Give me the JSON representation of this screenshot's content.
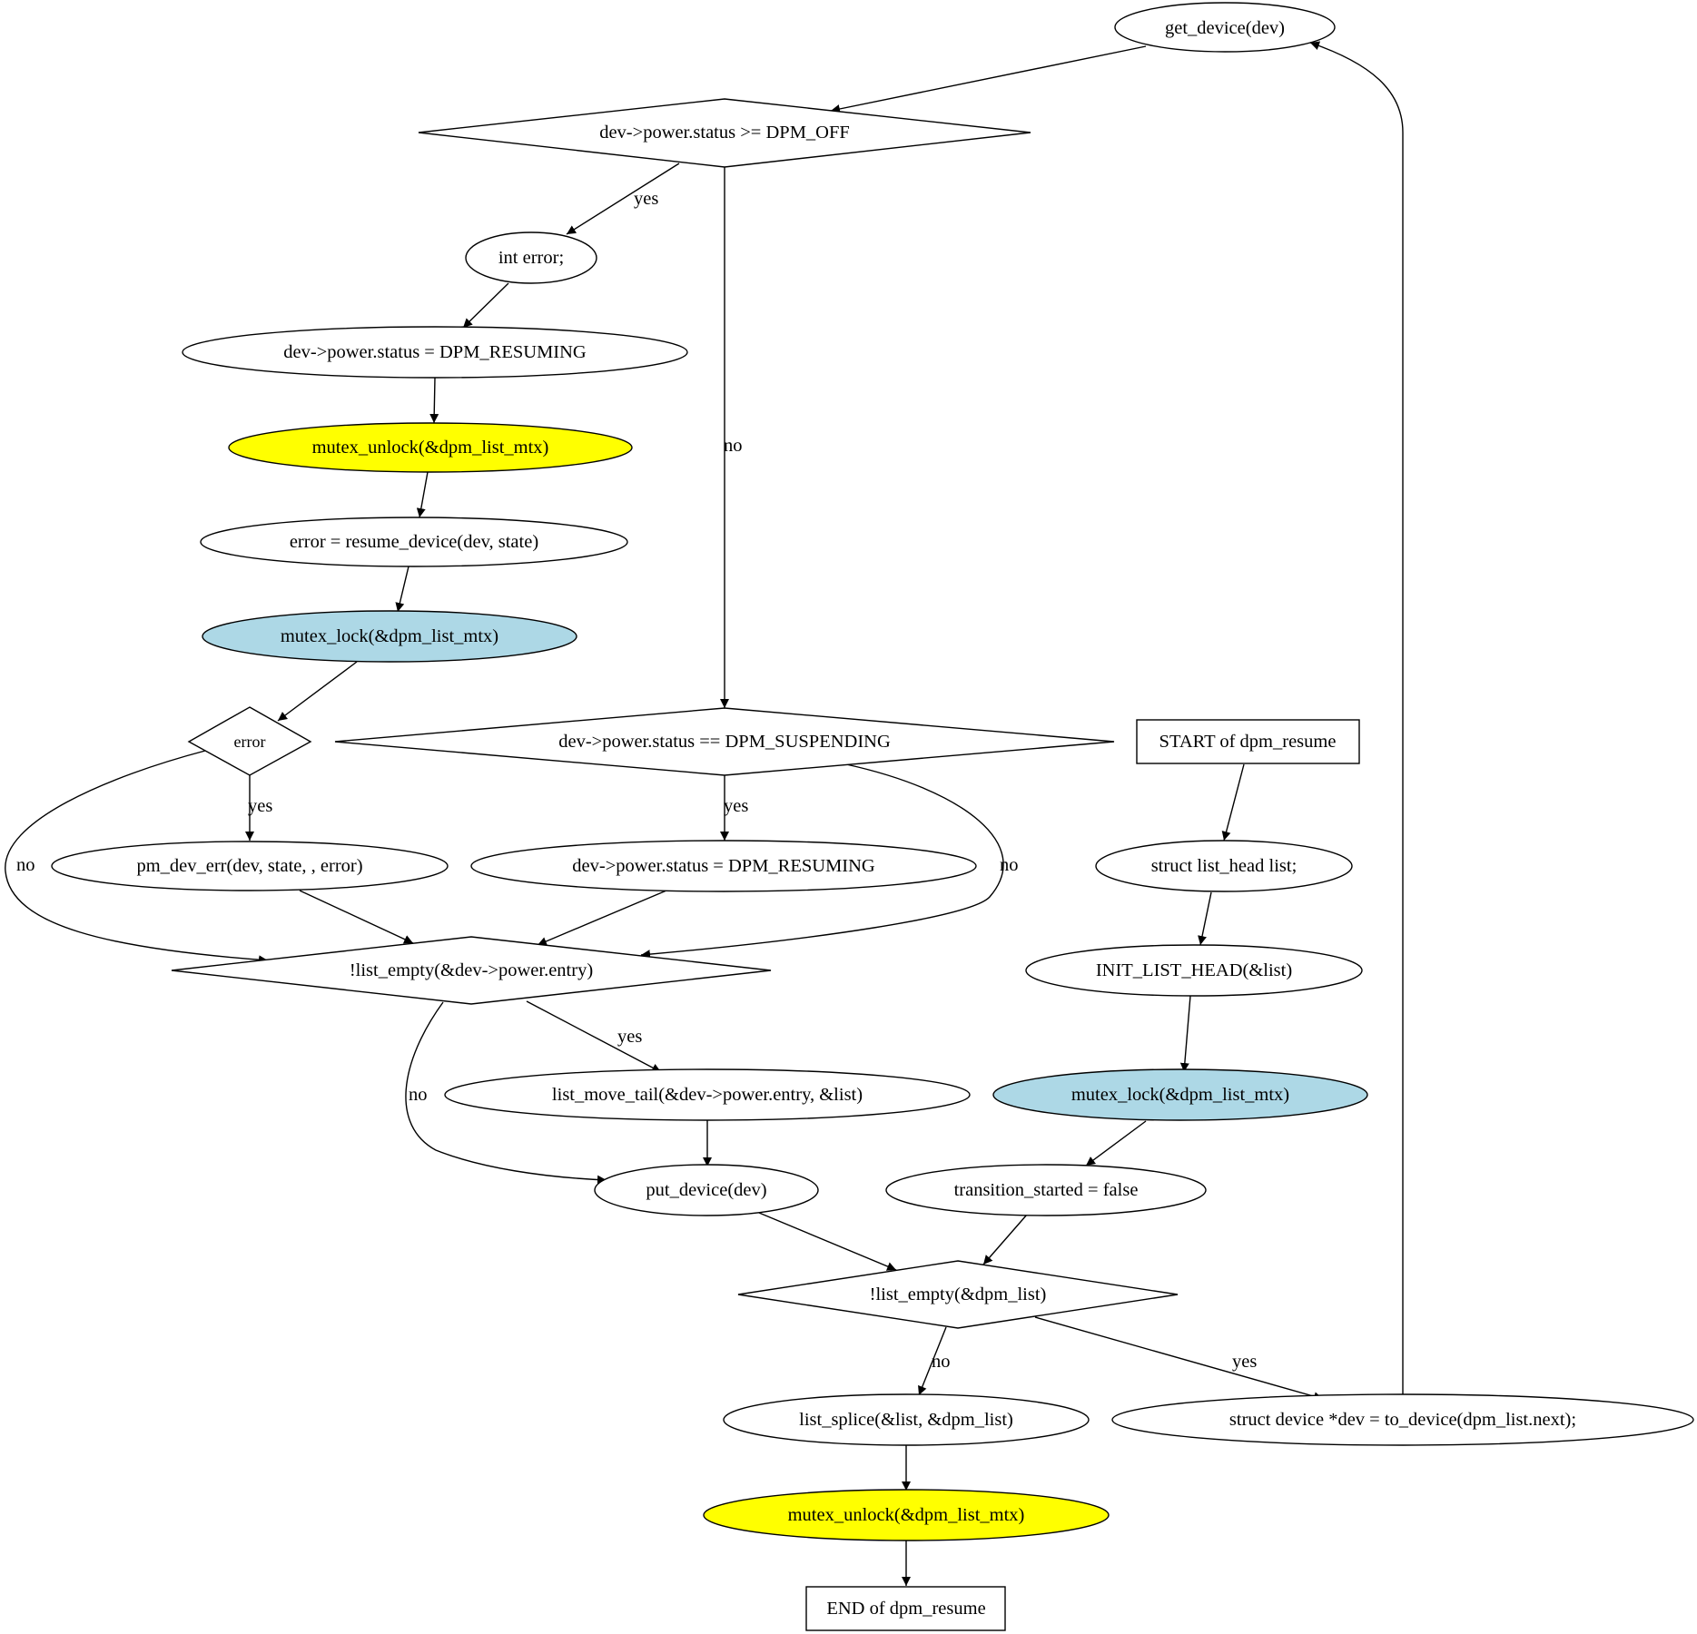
{
  "nodes": {
    "get_device": "get_device(dev)",
    "check_off": "dev->power.status >= DPM_OFF",
    "int_error": "int error;",
    "set_resuming_1": "dev->power.status = DPM_RESUMING",
    "unlock_1": "mutex_unlock(&dpm_list_mtx)",
    "resume_device": "error = resume_device(dev, state)",
    "lock_1": "mutex_lock(&dpm_list_mtx)",
    "error_check": "error",
    "check_suspending": "dev->power.status == DPM_SUSPENDING",
    "start": "START of dpm_resume",
    "pm_dev_err": "pm_dev_err(dev, state, , error)",
    "set_resuming_2": "dev->power.status = DPM_RESUMING",
    "list_head": "struct list_head list;",
    "entry_check": "!list_empty(&dev->power.entry)",
    "init_list": "INIT_LIST_HEAD(&list)",
    "move_tail": "list_move_tail(&dev->power.entry, &list)",
    "lock_2": "mutex_lock(&dpm_list_mtx)",
    "put_device": "put_device(dev)",
    "transition": "transition_started = false",
    "list_check": "!list_empty(&dpm_list)",
    "splice": "list_splice(&list, &dpm_list)",
    "to_device": "struct device *dev = to_device(dpm_list.next);",
    "unlock_2": "mutex_unlock(&dpm_list_mtx)",
    "end": "END of dpm_resume"
  },
  "edge_labels": {
    "yes_off": "yes",
    "no_off": "no",
    "yes_error": "yes",
    "no_error": "no",
    "yes_suspending": "yes",
    "no_suspending": "no",
    "yes_entry": "yes",
    "no_entry": "no",
    "no_list": "no",
    "yes_list": "yes"
  },
  "colors": {
    "unlock_fill": "#ffff00",
    "lock_fill": "#add8e6",
    "default_fill": "#ffffff"
  }
}
